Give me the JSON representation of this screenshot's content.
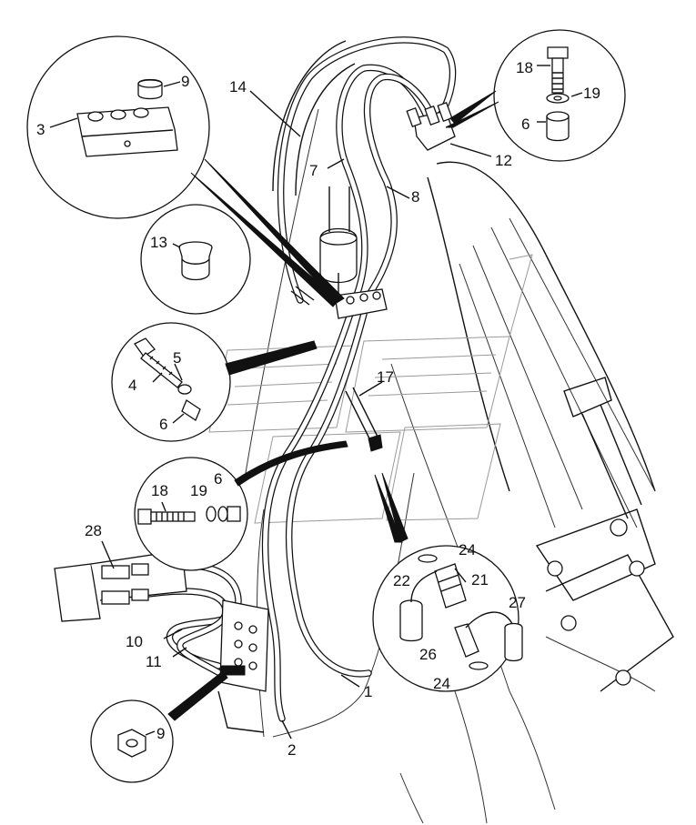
{
  "diagram": {
    "labels": [
      "1",
      "2",
      "3",
      "4",
      "5",
      "6",
      "6",
      "6",
      "7",
      "8",
      "9",
      "9",
      "10",
      "11",
      "12",
      "13",
      "14",
      "17",
      "18",
      "18",
      "19",
      "19",
      "21",
      "22",
      "24",
      "24",
      "26",
      "27",
      "28"
    ]
  },
  "labels": {
    "l1": "1",
    "l2": "2",
    "l3": "3",
    "l4": "4",
    "l5": "5",
    "l6a": "6",
    "l6b": "6",
    "l6c": "6",
    "l7": "7",
    "l8": "8",
    "l9a": "9",
    "l9b": "9",
    "l10": "10",
    "l11": "11",
    "l12": "12",
    "l13": "13",
    "l14": "14",
    "l17": "17",
    "l18a": "18",
    "l18b": "18",
    "l19a": "19",
    "l19b": "19",
    "l21": "21",
    "l22": "22",
    "l24a": "24",
    "l24b": "24",
    "l26": "26",
    "l27": "27",
    "l28": "28"
  },
  "colors": {
    "line": "#111111",
    "background": "#ffffff",
    "watermark": "#9a9a9a"
  }
}
